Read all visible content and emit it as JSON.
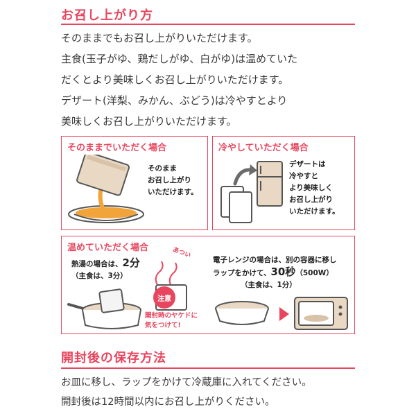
{
  "section1": {
    "heading": "お召し上がり方",
    "paragraph_lines": [
      "そのままでもお召し上がりいただけます。",
      "主食(玉子がゆ、鶏だしがゆ、白がゆ)は温めていた",
      "だくとより美味しくお召し上がりいただけます。",
      "デザート(洋梨、みかん、ぶどう)は冷やすとより",
      "美味しくお召し上がりいただけます。"
    ]
  },
  "box_as_is": {
    "title": "そのままでいただく場合",
    "text": "そのまま\nお召し上がり\nいただけます。"
  },
  "box_chilled": {
    "title": "冷やしていただく場合",
    "text": "デザートは\n冷やすと\nより美味しく\nお召し上がり\nいただけます。"
  },
  "box_warm": {
    "title": "温めていただく場合",
    "hot_water": {
      "line1_prefix": "熱湯の場合は、",
      "line1_time": "2分",
      "line2": "（主食は、3分）"
    },
    "caution": {
      "badge": "注意",
      "text": "開封時のヤケドに\n気をつけて!",
      "hot_word": "あつい"
    },
    "microwave": {
      "line1": "電子レンジの場合は、別の容器に移し",
      "line2_prefix": "ラップをかけて、",
      "line2_time": "30秒",
      "line2_watt": "（500W）",
      "line3": "（主食は、1分）"
    }
  },
  "section2": {
    "heading": "開封後の保存方法",
    "text": "お皿に移し、ラップをかけて冷蔵庫に入れてください。\n開封後は12時間以内にお召し上がりください。"
  },
  "colors": {
    "accent": "#e8465e",
    "text": "#3a3a3a",
    "pouch_beige": "#e9d9c4",
    "food_orange": "#f0a43a",
    "gray_icon": "#6b6b6b"
  }
}
